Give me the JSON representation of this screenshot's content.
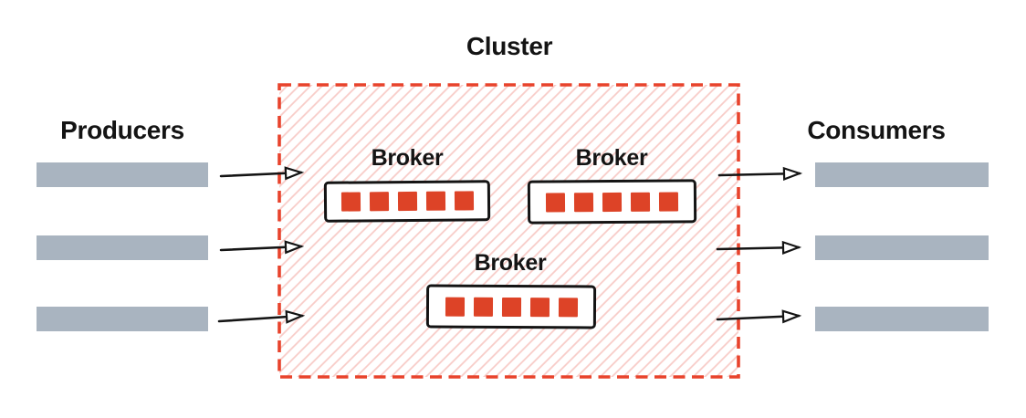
{
  "diagram": {
    "title": "Cluster",
    "producers": {
      "label": "Producers",
      "count": 3
    },
    "consumers": {
      "label": "Consumers",
      "count": 3
    },
    "brokers": [
      {
        "label": "Broker",
        "partitions": 5
      },
      {
        "label": "Broker",
        "partitions": 5
      },
      {
        "label": "Broker",
        "partitions": 5
      }
    ],
    "flows": [
      {
        "from": "producers",
        "to": "cluster",
        "arrows": 3
      },
      {
        "from": "cluster",
        "to": "consumers",
        "arrows": 3
      }
    ],
    "colors": {
      "accent_red": "#e8432c",
      "partition_red": "#dd4327",
      "hatch_pink": "#f8ccc8",
      "bar_gray": "#a9b4c0",
      "ink_black": "#141414"
    }
  }
}
